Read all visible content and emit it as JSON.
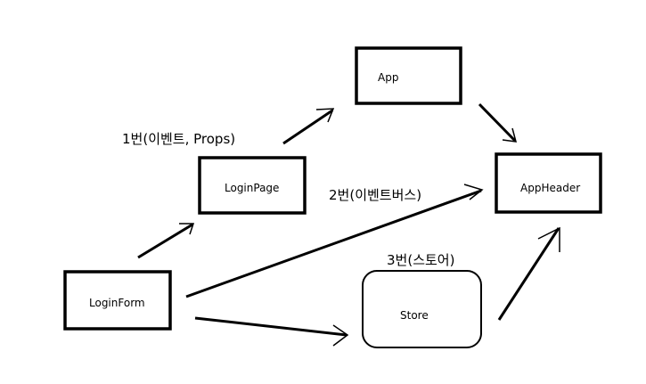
{
  "nodes": {
    "app": "App",
    "login_page": "LoginPage",
    "app_header": "AppHeader",
    "login_form": "LoginForm",
    "store": "Store"
  },
  "labels": {
    "method1": "1번(이벤트, Props)",
    "method2": "2번(이벤트버스)",
    "method3": "3번(스토어)"
  }
}
